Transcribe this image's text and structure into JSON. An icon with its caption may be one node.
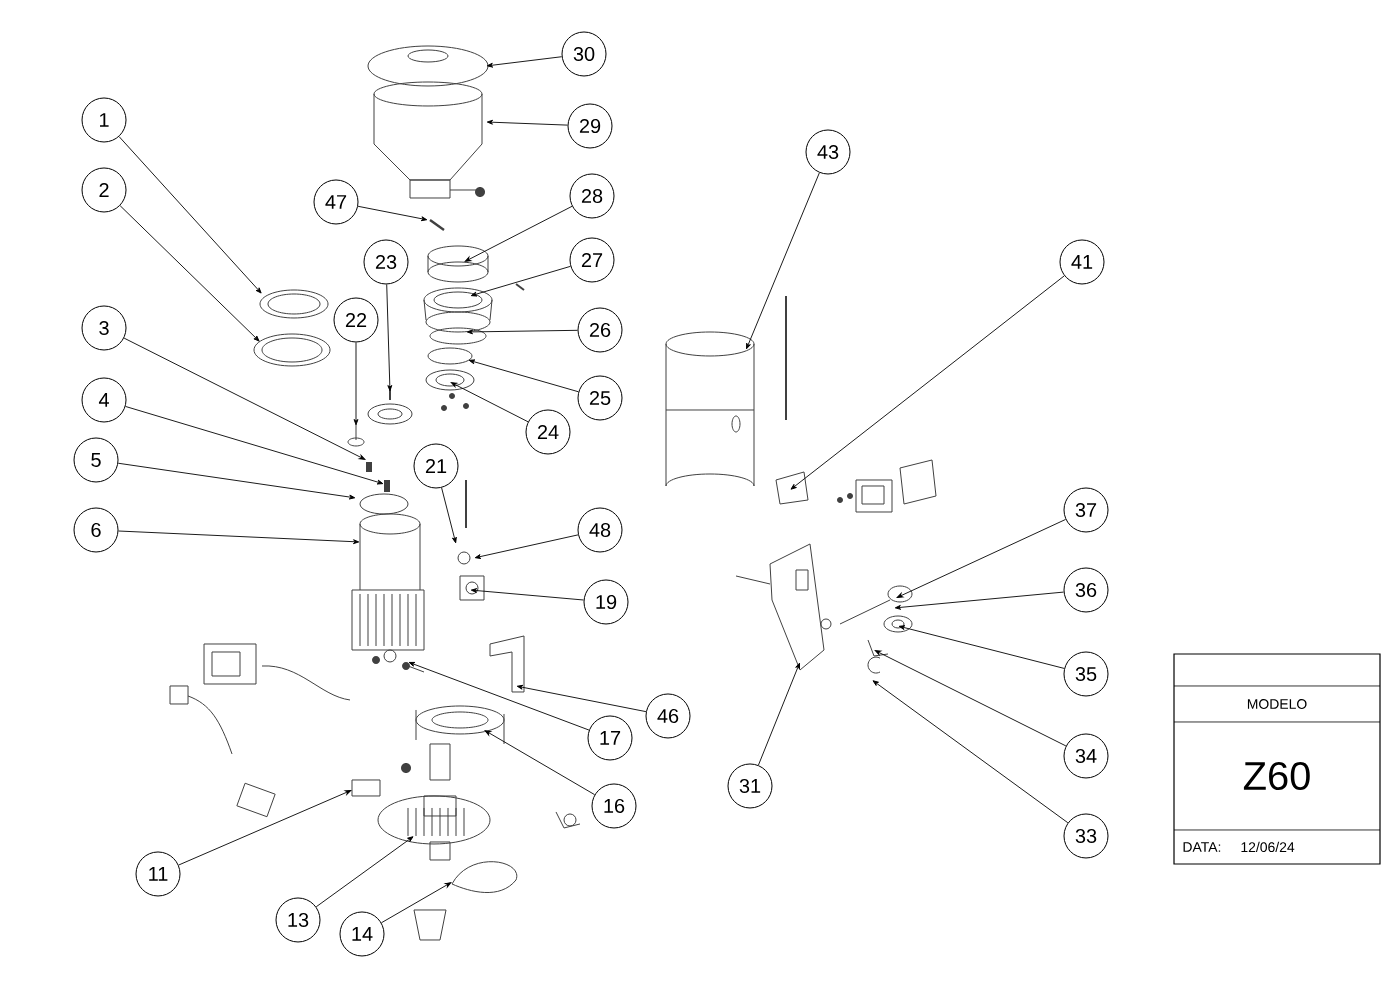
{
  "diagram": {
    "nodes": [
      {
        "text": [
          "30"
        ]
      },
      {
        "text": [
          "29"
        ]
      },
      {
        "text": [
          "1"
        ]
      },
      {
        "text": [
          "28"
        ]
      },
      {
        "text": [
          "47"
        ]
      },
      {
        "text": [
          "2"
        ]
      },
      {
        "text": [
          "27"
        ]
      },
      {
        "text": [
          "23"
        ]
      },
      {
        "text": [
          "26"
        ]
      },
      {
        "text": [
          "22"
        ]
      },
      {
        "text": [
          "3"
        ]
      },
      {
        "text": [
          "25"
        ]
      },
      {
        "text": [
          "24"
        ]
      },
      {
        "text": [
          "4"
        ]
      },
      {
        "text": [
          "21"
        ]
      },
      {
        "text": [
          "5"
        ]
      },
      {
        "text": [
          "6"
        ]
      },
      {
        "text": [
          "48"
        ]
      },
      {
        "text": [
          "19"
        ]
      },
      {
        "text": [
          "46"
        ]
      },
      {
        "text": [
          "17"
        ]
      },
      {
        "text": [
          "16"
        ]
      },
      {
        "text": [
          "11"
        ]
      },
      {
        "text": [
          "13"
        ]
      },
      {
        "text": [
          "14"
        ]
      },
      {
        "text": [
          "43"
        ]
      },
      {
        "text": [
          "41"
        ]
      },
      {
        "text": [
          "37"
        ]
      },
      {
        "text": [
          "36"
        ]
      },
      {
        "text": [
          "35"
        ]
      },
      {
        "text": [
          "34"
        ]
      },
      {
        "text": [
          "31"
        ]
      },
      {
        "text": [
          "33"
        ]
      }
    ],
    "edges": [
      {
        "from": 0,
        "to": null,
        "arrow": "to"
      },
      {
        "from": 1,
        "to": null,
        "arrow": "to"
      },
      {
        "from": 2,
        "to": null,
        "arrow": "to"
      },
      {
        "from": 3,
        "to": null,
        "arrow": "to"
      },
      {
        "from": 4,
        "to": null,
        "arrow": "to"
      },
      {
        "from": 5,
        "to": null,
        "arrow": "to"
      },
      {
        "from": 6,
        "to": null,
        "arrow": "to"
      },
      {
        "from": 7,
        "to": null,
        "arrow": "to"
      },
      {
        "from": 8,
        "to": null,
        "arrow": "to"
      },
      {
        "from": 9,
        "to": null,
        "arrow": "to"
      },
      {
        "from": 10,
        "to": null,
        "arrow": "to"
      },
      {
        "from": 11,
        "to": null,
        "arrow": "to"
      },
      {
        "from": 12,
        "to": null,
        "arrow": "to"
      },
      {
        "from": 13,
        "to": null,
        "arrow": "to"
      },
      {
        "from": 14,
        "to": null,
        "arrow": "to"
      },
      {
        "from": 15,
        "to": null,
        "arrow": "to"
      },
      {
        "from": 16,
        "to": null,
        "arrow": "to"
      },
      {
        "from": 17,
        "to": null,
        "arrow": "to"
      },
      {
        "from": 18,
        "to": null,
        "arrow": "to"
      },
      {
        "from": 19,
        "to": null,
        "arrow": "to"
      },
      {
        "from": 20,
        "to": null,
        "arrow": "to"
      },
      {
        "from": 21,
        "to": null,
        "arrow": "to"
      },
      {
        "from": 22,
        "to": null,
        "arrow": "to"
      },
      {
        "from": 23,
        "to": null,
        "arrow": "to"
      },
      {
        "from": 24,
        "to": null,
        "arrow": "to"
      },
      {
        "from": 25,
        "to": null,
        "arrow": "to"
      },
      {
        "from": 26,
        "to": null,
        "arrow": "to"
      },
      {
        "from": 27,
        "to": null,
        "arrow": "to"
      },
      {
        "from": 28,
        "to": null,
        "arrow": "to"
      },
      {
        "from": 29,
        "to": null,
        "arrow": "to"
      },
      {
        "from": 30,
        "to": null,
        "arrow": "to"
      },
      {
        "from": 31,
        "to": null,
        "arrow": "to"
      },
      {
        "from": 32,
        "to": null,
        "arrow": "to"
      }
    ],
    "labels": [
      "MODELO",
      "Z60",
      "DATA:",
      "12/06/24"
    ]
  }
}
